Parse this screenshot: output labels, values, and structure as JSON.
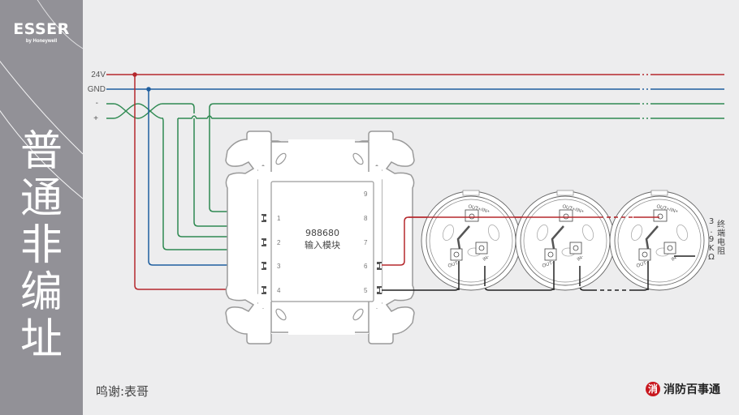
{
  "brand": {
    "name": "ESSER",
    "sub": "by Honeywell"
  },
  "sidebar": {
    "title_chars": [
      "普",
      "通",
      "非",
      "编",
      "址"
    ]
  },
  "bus": {
    "labels": {
      "v24": "24V",
      "gnd": "GND",
      "minus": "-",
      "plus": "+"
    },
    "colors": {
      "v24": "#b5282d",
      "gnd": "#1f5f9f",
      "signal": "#2f8a52",
      "loop": "#222222"
    }
  },
  "module": {
    "model": "988680",
    "name": "输入模块",
    "terminals_left": [
      "1",
      "2",
      "3",
      "4"
    ],
    "terminals_right": [
      "9",
      "8",
      "7",
      "6",
      "5"
    ]
  },
  "detectors": {
    "count": 3,
    "labels": {
      "top": "OUT+/IN+",
      "out": "OUT-",
      "in": "IN-"
    }
  },
  "resistor": {
    "value_chars": [
      "3",
      ".",
      "9",
      "K",
      "Ω"
    ],
    "label_chars": [
      "终",
      "端",
      "电",
      "阻"
    ]
  },
  "footer": {
    "credit": "鸣谢:表哥",
    "logo_text": "消防百事通",
    "logo_icon": "消"
  }
}
